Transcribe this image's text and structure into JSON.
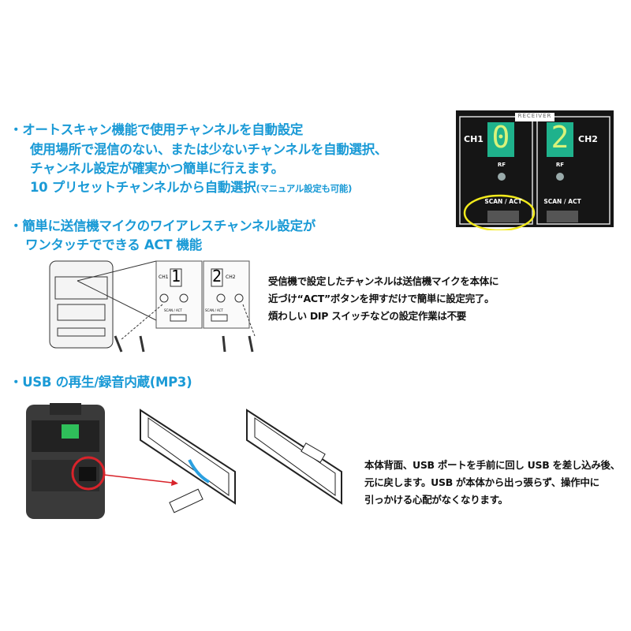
{
  "section1": {
    "bullet": "・",
    "heading": "オートスキャン機能で使用チャンネルを自動設定",
    "line2": "使用場所で混信のない、または少ないチャンネルを自動選択、",
    "line3": "チャンネル設定が確実かつ簡単に行えます。",
    "line4": "10 プリセットチャンネルから自動選択",
    "line4_note": "(マニュアル設定も可能)"
  },
  "receiver_panel": {
    "title": "RECEIVER",
    "ch1_label": "CH1",
    "ch1_digit": "0",
    "ch2_label": "CH2",
    "ch2_digit": "2",
    "rf_label": "RF",
    "button_label": "SCAN / ACT",
    "display_color": "#1fb28c",
    "highlight_color": "#f2ea1c"
  },
  "section2": {
    "bullet": "・",
    "heading": "簡単に送信機マイクのワイアレスチャンネル設定が",
    "line2": "ワンタッチでできる ACT 機能",
    "description": [
      "受信機で設定したチャンネルは送信機マイクを本体に",
      "近づけ“ACT”ボタンを押すだけで簡単に設定完了。",
      "煩わしい DIP スイッチなどの設定作業は不要"
    ],
    "diagram": {
      "ch1": "CH1",
      "ch2": "CH2",
      "digit1": "1",
      "digit2": "2",
      "button": "SCAN / ACT"
    }
  },
  "section3": {
    "bullet": "・",
    "heading": "USB の再生/録音内蔵(MP3)",
    "description": [
      "本体背面、USB ポートを手前に回し USB を差し込み後、",
      "元に戻します。USB が本体から出っ張らず、操作中に",
      "引っかける心配がなくなります。"
    ],
    "accent_arrow_color": "#2aa0e0",
    "circle_color": "#d8232a"
  }
}
